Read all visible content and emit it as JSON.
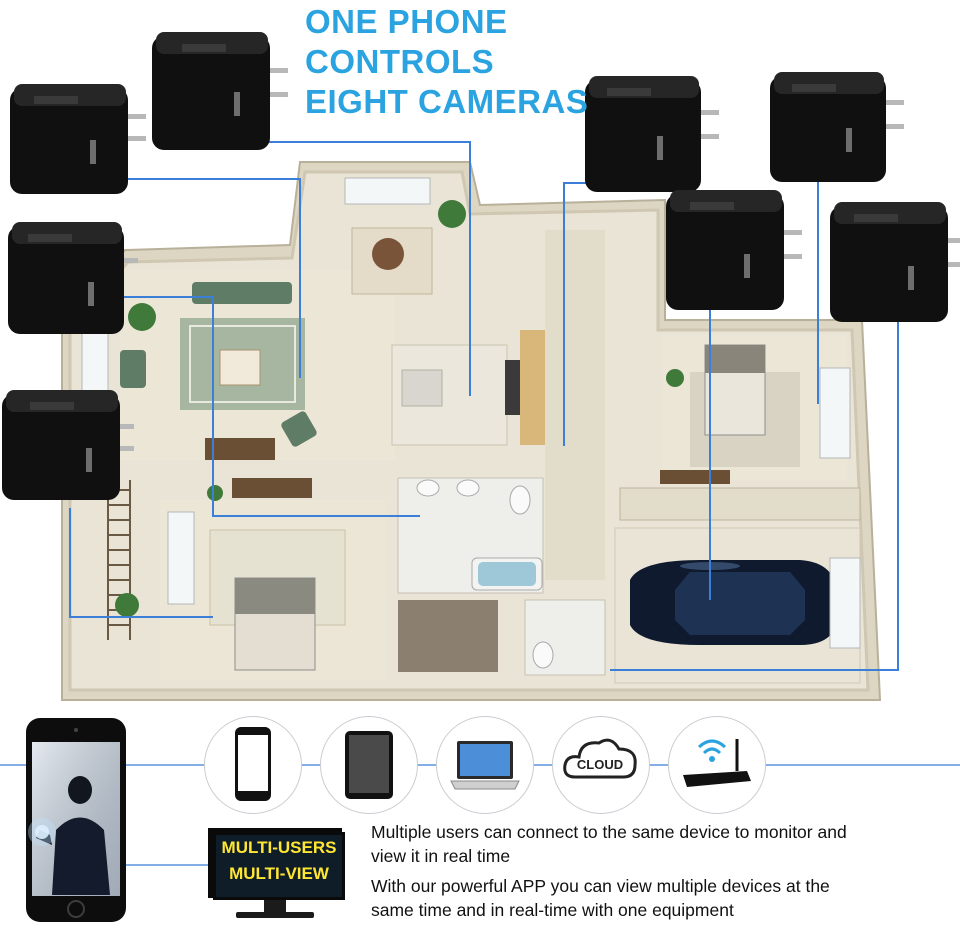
{
  "headline": {
    "line1": "ONE PHONE",
    "line2": "CONTROLS",
    "line3": "EIGHT CAMERAS"
  },
  "colors": {
    "headline": "#2aa3e0",
    "connector": "#3b7fd8",
    "badge_text": "#ffe633"
  },
  "devices": [
    {
      "name": "smartphone-icon"
    },
    {
      "name": "tablet-icon"
    },
    {
      "name": "laptop-icon"
    },
    {
      "name": "cloud-icon",
      "label": "CLOUD"
    },
    {
      "name": "wifi-router-icon"
    }
  ],
  "badge": {
    "line1": "MULTI-USERS",
    "line2": "MULTI-VIEW"
  },
  "captions": {
    "line1": "Multiple users can connect to the same device to monitor and",
    "line2": "view it in real time",
    "line3": "With our powerful APP you can view multiple devices at the",
    "line4": "same time and in real-time with one equipment"
  }
}
